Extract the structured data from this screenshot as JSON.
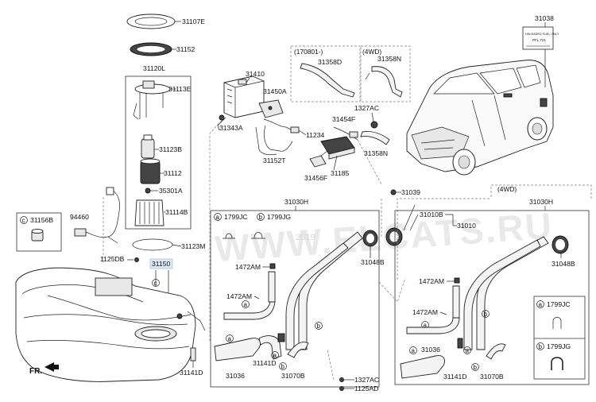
{
  "watermark": {
    "text": "WWW.ELCATS.RU",
    "year": "2019"
  },
  "direction_label": "FR.",
  "part_labels": {
    "p31107E": "31107E",
    "p31152": "31152",
    "p31120L": "31120L",
    "p31113E": "31113E",
    "p31123B": "31123B",
    "p31112": "31112",
    "p35301A": "35301A",
    "p31114B": "31114B",
    "p94460": "94460",
    "p31123M": "31123M",
    "p1125DB": "1125DB",
    "p31150": "31150",
    "p31141D_left": "31141D",
    "p31410": "31410",
    "p31450A": "31450A",
    "p31343A": "31343A",
    "p11234": "11234",
    "p31152T": "31152T",
    "p31456F": "31456F",
    "p31185": "31185",
    "p31454F": "31454F",
    "p1327AC_top": "1327AC",
    "p31358N_top": "31358N",
    "p31358N_mid": "31358N",
    "p31358D": "31358D",
    "p31038": "31038",
    "p31039": "31039",
    "p31010B": "31010B",
    "p31010": "31010",
    "p31030H_left": "31030H",
    "p31030H_right": "31030H",
    "p31048B_left": "31048B",
    "p31048B_right": "31048B",
    "p1472AM_1": "1472AM",
    "p1472AM_2": "1472AM",
    "p1472AM_3": "1472AM",
    "p1472AM_4": "1472AM",
    "p31036_left": "31036",
    "p31036_right": "31036",
    "p31141D_mid": "31141D",
    "p31141D_right": "31141D",
    "p31070B_left": "31070B",
    "p31070B_right": "31070B",
    "p1327AC_bottom": "1327AC",
    "p1125AD": "1125AD"
  },
  "box_headers": {
    "date_box": "(170801-)",
    "wd4_top": "(4WD)",
    "wd4_right": "(4WD)"
  },
  "callouts": {
    "c_letter": "c",
    "c_part": "31156B",
    "a_letter": "a",
    "a_part": "1799JC",
    "b_letter": "b",
    "b_part": "1799JG",
    "ra_letter": "a",
    "ra_part": "1799JC",
    "rb_letter": "b",
    "rb_part": "1799JG"
  },
  "label_plate": {
    "line1": "UNLEADED FUEL ONLY",
    "line2": "PFL 721"
  }
}
